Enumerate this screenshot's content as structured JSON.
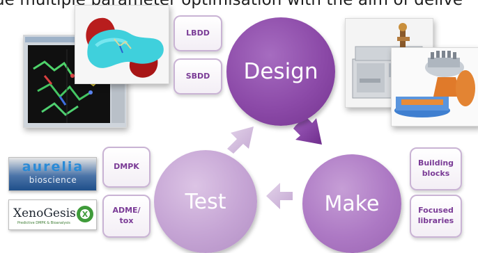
{
  "headline": "ue multiple parameter optimisation with the aim of delive",
  "cycle": {
    "design_label": "Design",
    "make_label": "Make",
    "test_label": "Test"
  },
  "design_tags": [
    "LBDD",
    "SBDD"
  ],
  "make_tags": [
    "Building\nblocks",
    "Focused\nlibraries"
  ],
  "test_tags": [
    "DMPK",
    "ADME/\ntox"
  ],
  "logos": {
    "aurelia_line1": "aurelia",
    "aurelia_line2": "bioscience",
    "xenogesis_name": "XenoGesis",
    "xenogesis_tagline": "Predictive DMPK & Bioanalysis"
  },
  "colors": {
    "design": "#8c4aa8",
    "make": "#ad79c4",
    "test": "#c5a4d4",
    "tag_text": "#7a3b96",
    "arrow": "#8b45a6"
  },
  "icons": [
    "molecule-render-image",
    "protein-structure-screenshot",
    "lab-automation-image",
    "robot-arm-image"
  ]
}
